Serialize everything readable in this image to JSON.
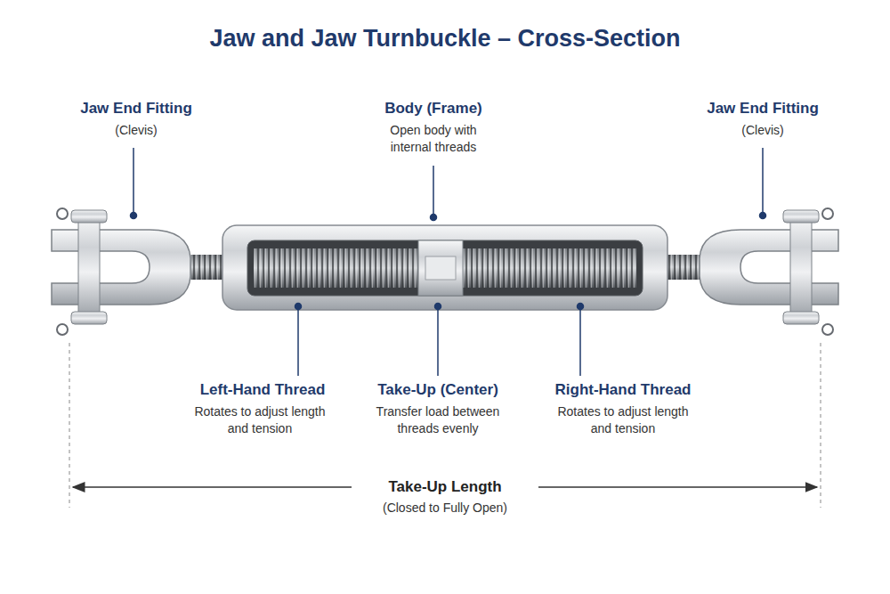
{
  "diagram": {
    "title": "Jaw and Jaw Turnbuckle – Cross-Section",
    "labels": [
      "Jaw End Fitting",
      "(Clevis)",
      "Body (Frame)",
      "Open body with internal threads",
      "Jaw End Fitting",
      "(Clevis)",
      "Left-Hand Thread",
      "Rotates to adjust length and tension",
      "Take-Up (Center)",
      "Transfer load between threads evenly",
      "Right-Hand Thread",
      "Rotates to adjust length and tension",
      "Take-Up Length",
      "(Closed to Fully Open)"
    ]
  }
}
